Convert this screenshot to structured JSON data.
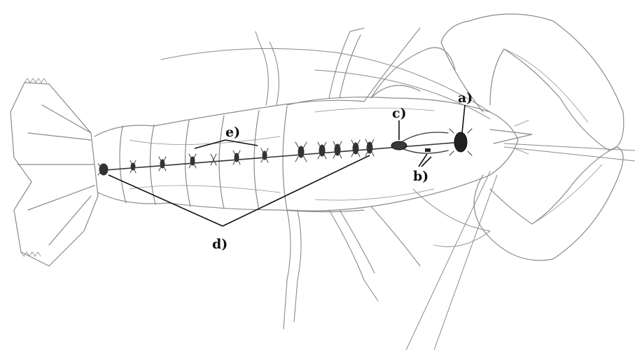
{
  "labels": {
    "a": "a)",
    "b": "b)",
    "c": "c)",
    "d": "d)",
    "e": "e)"
  },
  "colors": {
    "sketch_stroke": "#8a8a8a",
    "sketch_dark": "#4a4a4a",
    "ink": "#111111",
    "paper": "#ffffff"
  }
}
